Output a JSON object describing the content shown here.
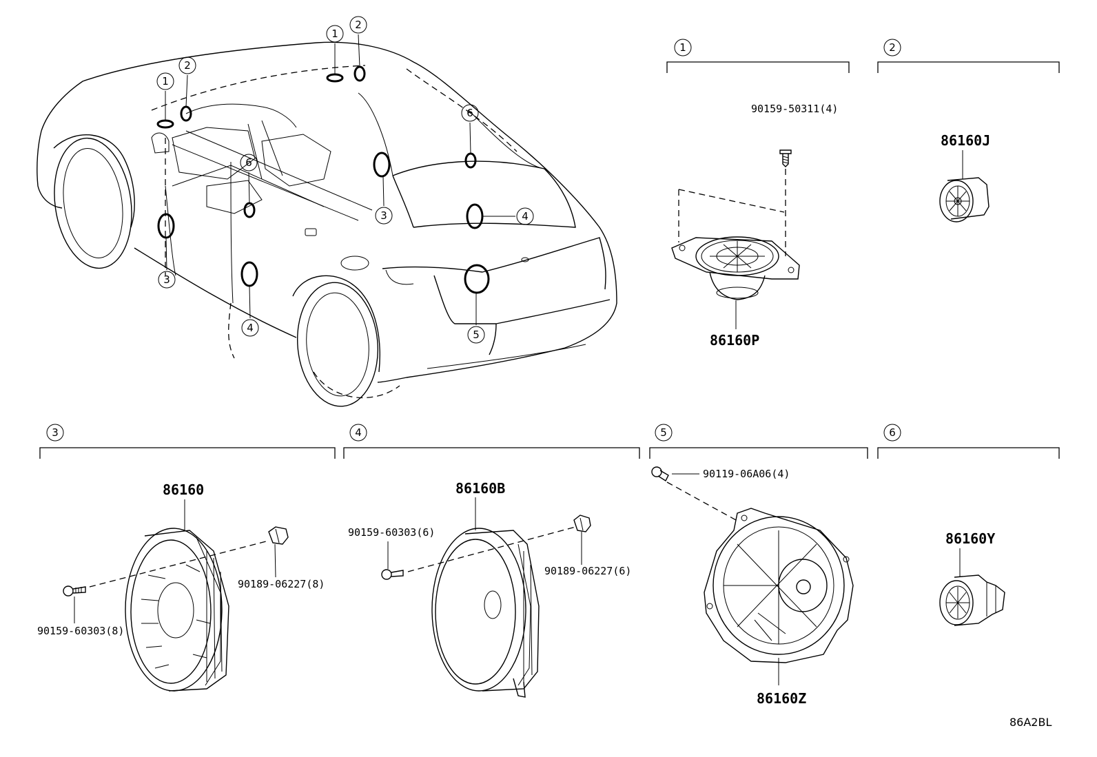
{
  "diagram_code": "86A2BL",
  "car_callouts": [
    "1",
    "2",
    "1",
    "2",
    "6",
    "3",
    "6",
    "3",
    "4",
    "3",
    "4",
    "5"
  ],
  "sections": [
    {
      "num": "1"
    },
    {
      "num": "2"
    },
    {
      "num": "3"
    },
    {
      "num": "4"
    },
    {
      "num": "5"
    },
    {
      "num": "6"
    }
  ],
  "parts": {
    "p86160P": "86160P",
    "p86160J": "86160J",
    "p86160": "86160",
    "p86160B": "86160B",
    "p86160Z": "86160Z",
    "p86160Y": "86160Y"
  },
  "fasteners": {
    "f1": "90159-50311(4)",
    "f3a": "90159-60303(8)",
    "f3b": "90189-06227(8)",
    "f4a": "90159-60303(6)",
    "f4b": "90189-06227(6)",
    "f5": "90119-06A06(4)"
  }
}
